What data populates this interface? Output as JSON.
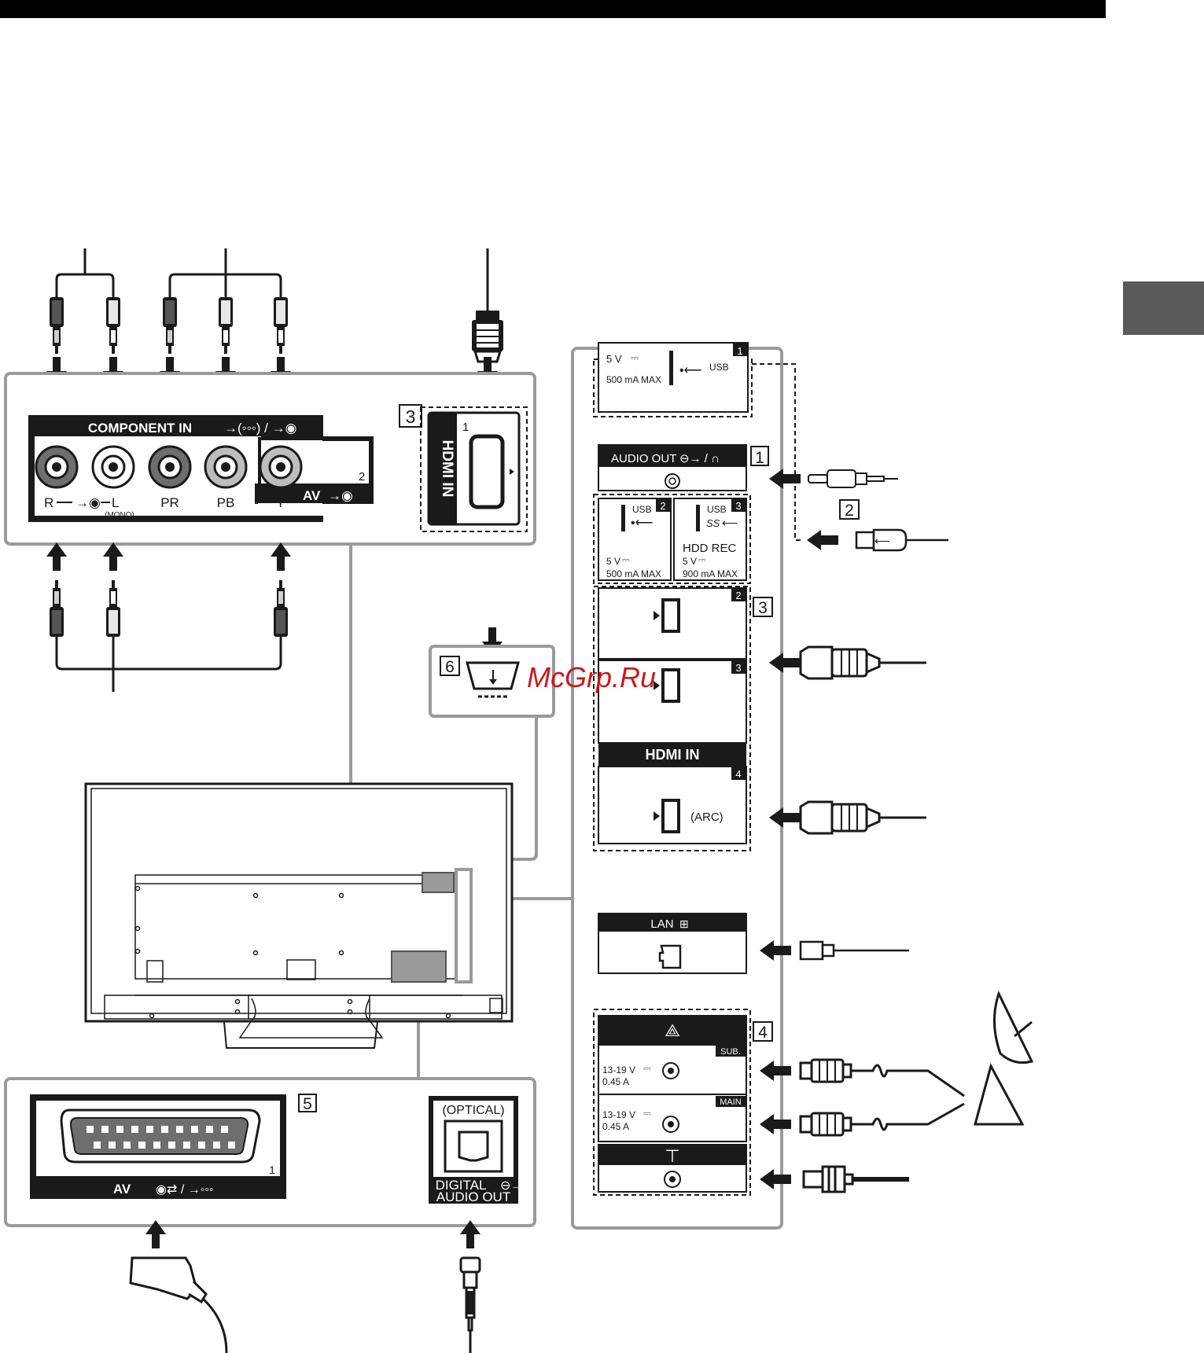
{
  "colors": {
    "ink": "#1a1a1a",
    "panel_border": "#9a9a9a",
    "gray_jack": "#6e6e6e",
    "light_jack": "#bdbdbd",
    "tab": "#5a5a5a",
    "watermark": "#c8191e"
  },
  "component_panel": {
    "header": "COMPONENT IN",
    "jack_labels": {
      "r": "R",
      "l": "L",
      "mono": "(MONO)",
      "pr": "PR",
      "pb": "PB",
      "y": "Y"
    },
    "av_label": "AV",
    "av_number": "2",
    "callout": "3"
  },
  "hdmi1": {
    "label": "HDMI IN",
    "number": "1"
  },
  "callout6": {
    "number": "6"
  },
  "side_panel": {
    "usb1": {
      "v": "5 V",
      "ma": "500 mA MAX",
      "label": "USB",
      "number": "1"
    },
    "audio_out": {
      "label": "AUDIO OUT",
      "callout": "1"
    },
    "usb2": {
      "label": "USB",
      "v": "5 V",
      "ma": "500 mA MAX",
      "number": "2"
    },
    "usb3": {
      "label": "USB",
      "ss": "SS",
      "hdd": "HDD REC",
      "v": "5 V",
      "ma": "900 mA MAX",
      "number": "3"
    },
    "callout2": "2",
    "callout3": "3",
    "hdmi2": {
      "number": "2"
    },
    "hdmi3": {
      "number": "3"
    },
    "hdmi_in": "HDMI IN",
    "hdmi4": {
      "number": "4",
      "arc": "(ARC)"
    },
    "lan": {
      "label": "LAN"
    },
    "sat": {
      "callout": "4",
      "sub": "SUB.",
      "main": "MAIN",
      "spec_v": "13-19 V",
      "spec_a": "0.45 A"
    }
  },
  "bottom_panel": {
    "callout": "5",
    "scart_label": "AV",
    "scart_number": "1",
    "optical": "(OPTICAL)",
    "digital": "DIGITAL",
    "audio_out": "AUDIO OUT"
  },
  "watermark": "McGrp.Ru"
}
